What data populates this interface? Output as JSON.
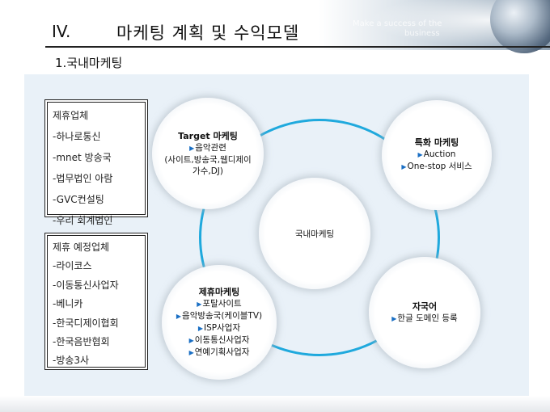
{
  "header": {
    "section_number": "IV.",
    "title": "마케팅 계획 및 수익모델",
    "watermark_line1": "Make a success of the",
    "watermark_line2": "business"
  },
  "subtitle": "1.국내마케팅",
  "partners_box": {
    "items": [
      "제휴업체",
      "-하나로통신",
      "-mnet 방송국",
      "-법무법인 아람",
      "-GVC컨설팅",
      "-우리 회계법인"
    ]
  },
  "planned_partners_box": {
    "items": [
      "제휴 예정업체",
      "-라이코스",
      "-이동통신사업자",
      "-베니카",
      "-한국디제이협회",
      "-한국음반협회",
      "-방송3사"
    ]
  },
  "bullet_symbol": "▶",
  "bubbles": {
    "target": {
      "title": "Target 마케팅",
      "lines": [
        "▶음악관련",
        "(사이트,방송국,웹디제이",
        "가수,DJ)"
      ]
    },
    "special": {
      "title": "특화 마케팅",
      "lines": [
        "▶Auction",
        "▶One-stop 서비스"
      ]
    },
    "center": {
      "title": "국내마케팅"
    },
    "partnership": {
      "title": "제휴마케팅",
      "lines": [
        "▶포탈사이트",
        "▶음악방송국(케이블TV)",
        "▶ISP사업자",
        "▶이동통신사업자",
        "▶연예기획사업자"
      ]
    },
    "own_language": {
      "title": "자국어",
      "lines": [
        "▶한글 도메인 등록"
      ]
    }
  },
  "colors": {
    "ring": "#1fa9dd",
    "panel": "#e9f1f8",
    "bullet": "#1a6fc4"
  }
}
